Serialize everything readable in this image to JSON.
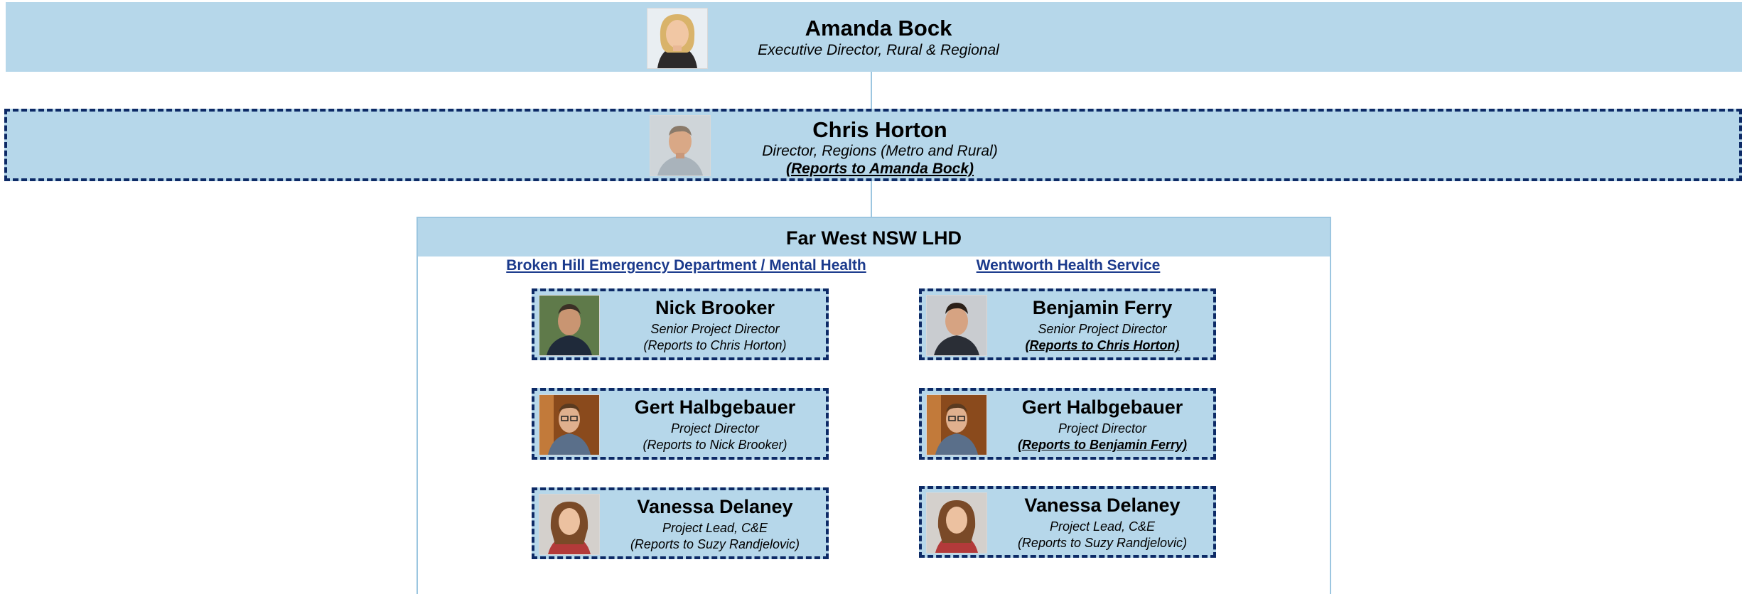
{
  "top": {
    "name": "Amanda Bock",
    "title": "Executive Director, Rural & Regional"
  },
  "second": {
    "name": "Chris Horton",
    "title": "Director, Regions (Metro and Rural)",
    "reports_to": "(Reports to Amanda Bock)"
  },
  "district": {
    "title": "Far West NSW LHD",
    "sections": [
      {
        "heading": "Broken Hill Emergency Department / Mental Health",
        "people": [
          {
            "name": "Nick Brooker",
            "role": "Senior Project Director",
            "reports_to": "(Reports to Chris Horton)"
          },
          {
            "name": "Gert Halbgebauer",
            "role": "Project Director",
            "reports_to": "(Reports to Nick Brooker)"
          },
          {
            "name": "Vanessa Delaney",
            "role": "Project Lead, C&E",
            "reports_to": "(Reports to Suzy Randjelovic)"
          }
        ]
      },
      {
        "heading": "Wentworth Health Service",
        "people": [
          {
            "name": "Benjamin Ferry",
            "role": "Senior Project Director",
            "reports_to": "(Reports to Chris Horton)"
          },
          {
            "name": "Gert Halbgebauer",
            "role": "Project Director",
            "reports_to": "(Reports to Benjamin Ferry)"
          },
          {
            "name": "Vanessa Delaney",
            "role": "Project Lead, C&E",
            "reports_to": "(Reports to Suzy Randjelovic)"
          }
        ]
      }
    ]
  },
  "colors": {
    "band": "#b6d7ea",
    "dash_border": "#0d2a66",
    "section_heading": "#1b3a8c",
    "connector": "#9cc6e0"
  }
}
